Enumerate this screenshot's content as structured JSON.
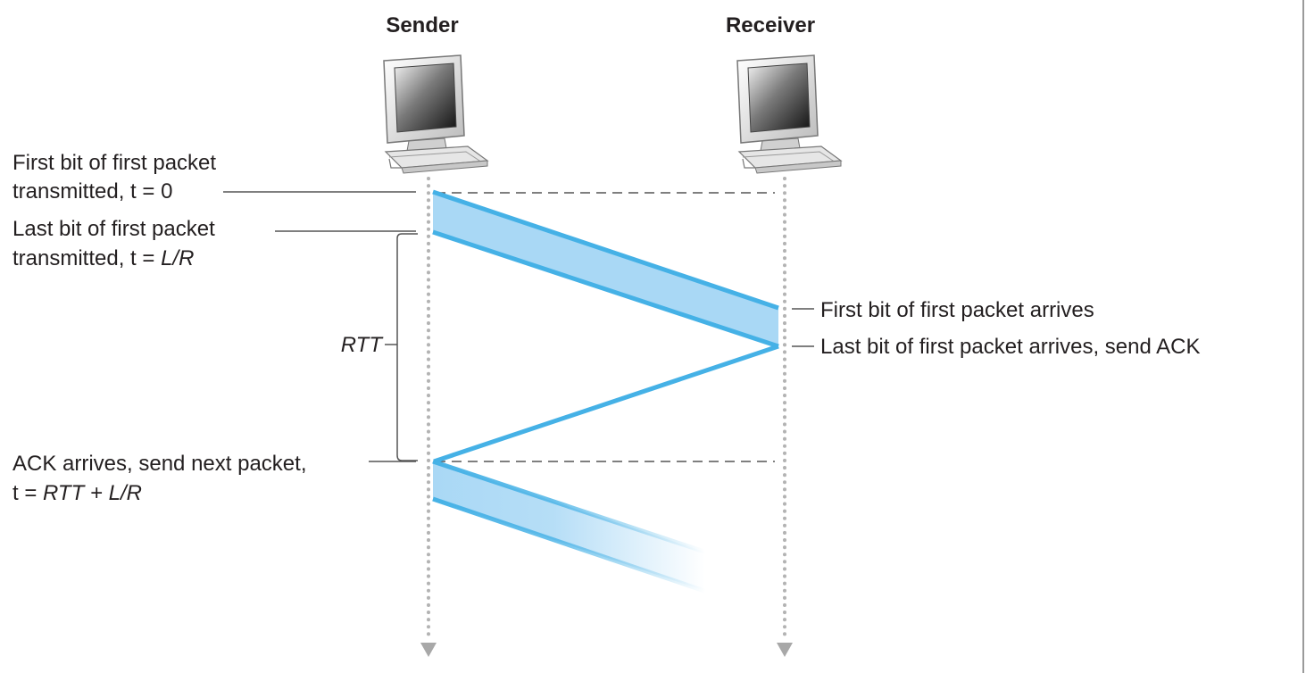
{
  "sender": {
    "title": "Sender"
  },
  "receiver": {
    "title": "Receiver"
  },
  "annotations": {
    "first_bit_sent": {
      "line1": "First bit of first packet",
      "line2": "transmitted, t = 0"
    },
    "last_bit_sent": {
      "line1": "Last bit of first packet",
      "line2_prefix": "transmitted, t = ",
      "line2_italic": "L/R"
    },
    "rtt": "RTT",
    "ack_arrives": {
      "line1": "ACK arrives, send next packet,",
      "line2_prefix": "t = ",
      "line2_italic": "RTT + L/R"
    },
    "first_bit_arrives": "First bit of first packet arrives",
    "last_bit_arrives": "Last bit of first packet arrives, send ACK"
  },
  "colors": {
    "packet_fill": "#a9d8f5",
    "packet_edge": "#45b1e6",
    "timeline_dots": "#b3b3b3",
    "text": "#231f20",
    "leader_line": "#555555"
  },
  "icons": {
    "sender_computer": "desktop-computer-icon",
    "receiver_computer": "desktop-computer-icon"
  }
}
